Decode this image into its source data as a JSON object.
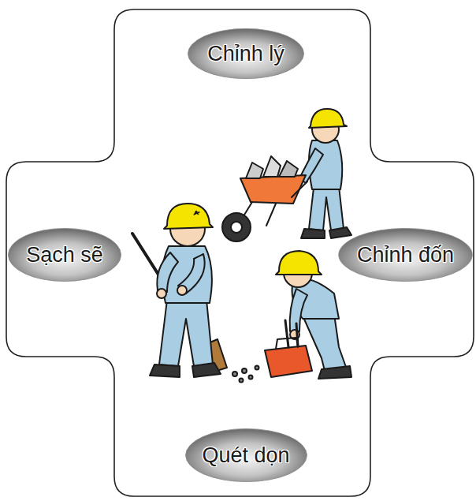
{
  "diagram": {
    "nodes": [
      {
        "text": [
          "Chỉnh lý"
        ]
      },
      {
        "text": [
          "Sạch sẽ"
        ]
      },
      {
        "text": [
          "Chỉnh đốn"
        ]
      },
      {
        "text": [
          "Quét dọn"
        ]
      }
    ]
  }
}
